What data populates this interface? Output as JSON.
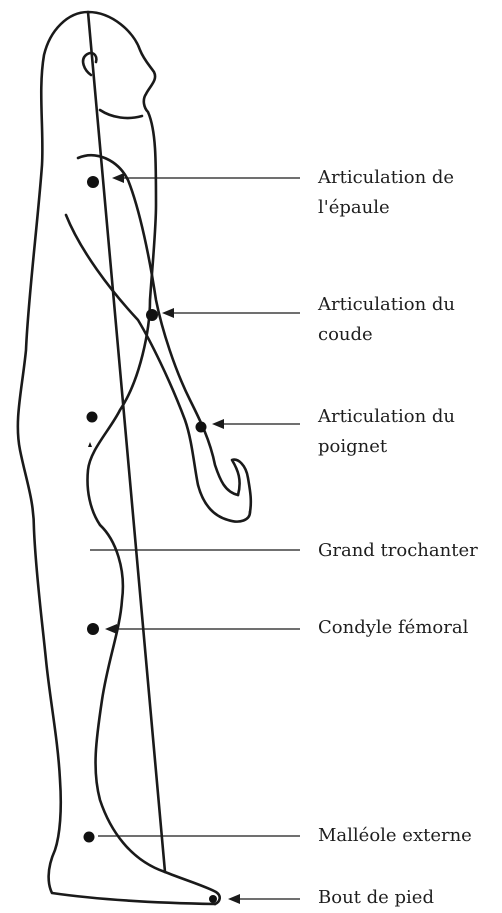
{
  "colors": {
    "ink": "#1a1a1a",
    "background": "#ffffff"
  },
  "labels": {
    "shoulder": {
      "line1": "Articulation de",
      "line2": "l'épaule"
    },
    "elbow": {
      "line1": "Articulation du",
      "line2": "coude"
    },
    "wrist": {
      "line1": "Articulation du",
      "line2": "poignet"
    },
    "trochanter": {
      "line1": "Grand trochanter"
    },
    "femoral_condyle": {
      "line1": "Condyle fémoral"
    },
    "lateral_malleolus": {
      "line1": "Malléole externe"
    },
    "toe_tip": {
      "line1": "Bout de pied"
    }
  }
}
